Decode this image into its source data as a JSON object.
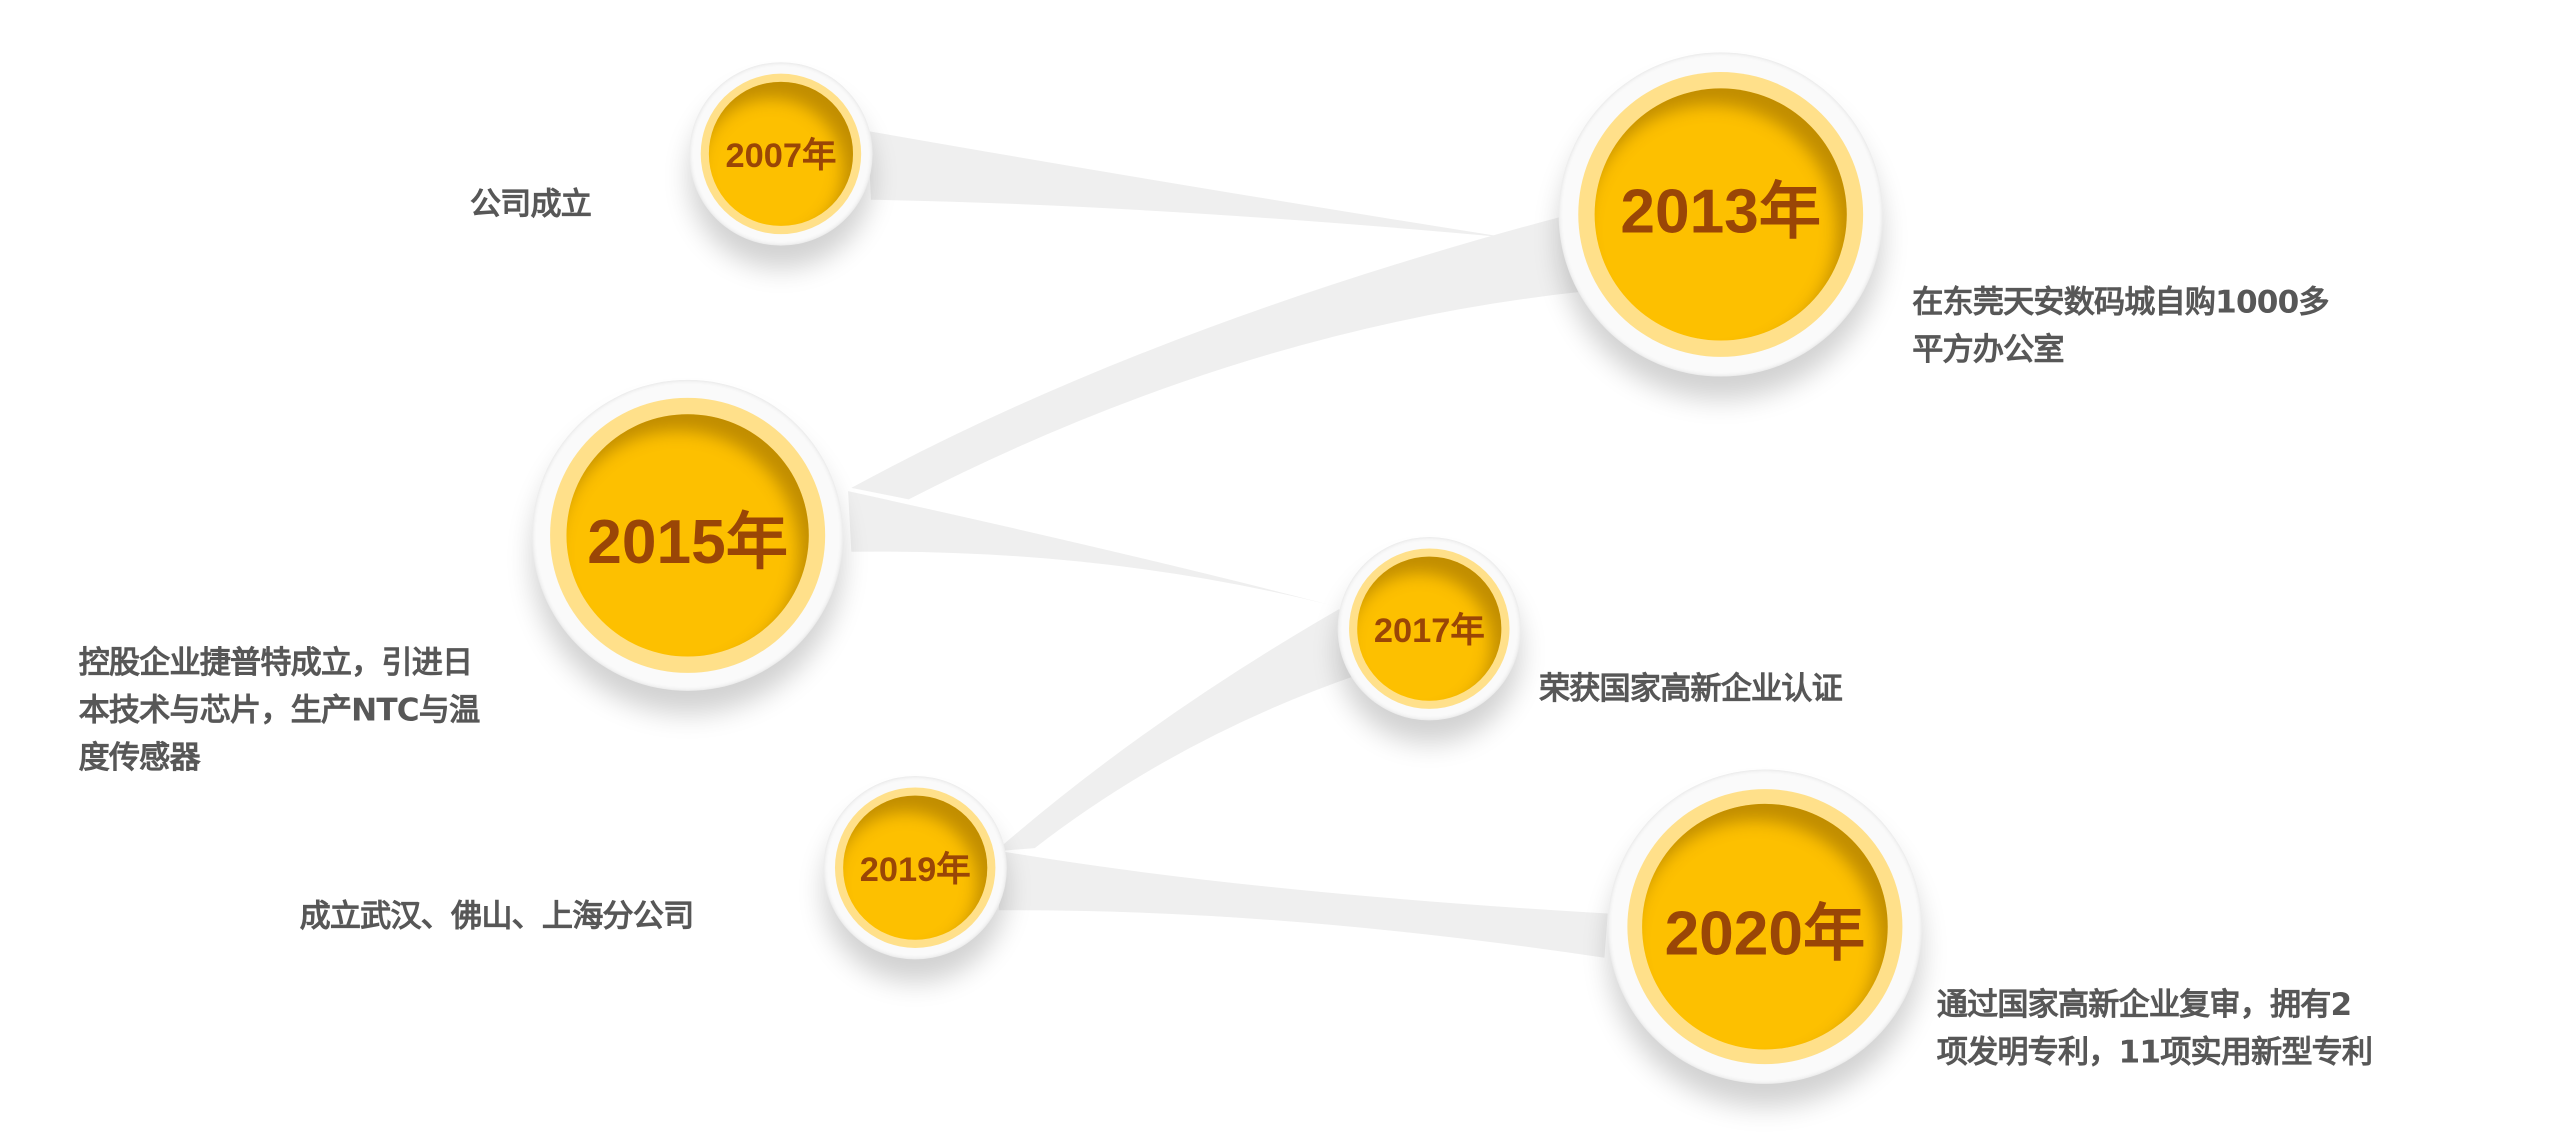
{
  "colors": {
    "ribbon": "#efefef",
    "node_core": "#fdc000",
    "node_ring": "#ffe08a",
    "year_text": "#9a4606",
    "desc_text": "#575757"
  },
  "milestones": [
    {
      "year": "2007年",
      "desc": [
        "公司成立"
      ]
    },
    {
      "year": "2013年",
      "desc": [
        "在东莞天安数码城自购1000多",
        "平方办公室"
      ]
    },
    {
      "year": "2015年",
      "desc": [
        "控股企业捷普特成立，引进日",
        "本技术与芯片，生产NTC与温",
        "度传感器"
      ]
    },
    {
      "year": "2017年",
      "desc": [
        "荣获国家高新企业认证"
      ]
    },
    {
      "year": "2019年",
      "desc": [
        "成立武汉、佛山、上海分公司"
      ]
    },
    {
      "year": "2020年",
      "desc": [
        "通过国家高新企业复审，拥有2",
        "项发明专利，11项实用新型专利"
      ]
    }
  ]
}
